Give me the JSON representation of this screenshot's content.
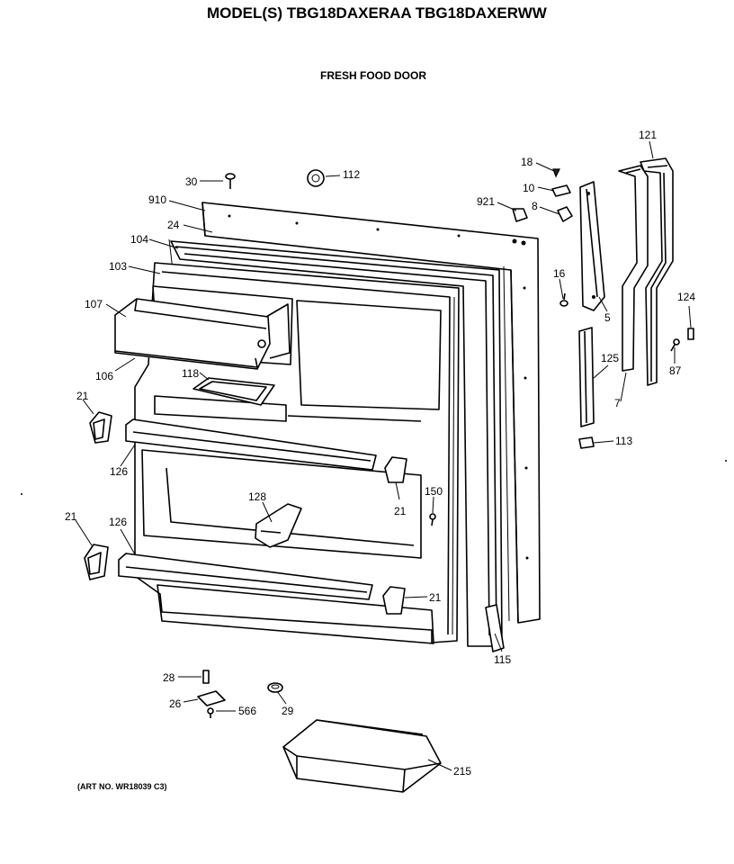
{
  "header": {
    "model_line": "MODEL(S) TBG18DAXERAA  TBG18DAXERWW",
    "section_title": "FRESH FOOD DOOR"
  },
  "footer": {
    "art_number": "(ART NO. WR18039 C3)"
  },
  "callouts": [
    {
      "id": "c910",
      "label": "910"
    },
    {
      "id": "c30",
      "label": "30"
    },
    {
      "id": "c112",
      "label": "112"
    },
    {
      "id": "c24",
      "label": "24"
    },
    {
      "id": "c104",
      "label": "104"
    },
    {
      "id": "c103",
      "label": "103"
    },
    {
      "id": "c107",
      "label": "107"
    },
    {
      "id": "c106",
      "label": "106"
    },
    {
      "id": "c118",
      "label": "118"
    },
    {
      "id": "c21a",
      "label": "21"
    },
    {
      "id": "c126a",
      "label": "126"
    },
    {
      "id": "c128",
      "label": "128"
    },
    {
      "id": "c21b",
      "label": "21"
    },
    {
      "id": "c150",
      "label": "150"
    },
    {
      "id": "c21c",
      "label": "21"
    },
    {
      "id": "c126b",
      "label": "126"
    },
    {
      "id": "c21d",
      "label": "21"
    },
    {
      "id": "c115",
      "label": "115"
    },
    {
      "id": "c18",
      "label": "18"
    },
    {
      "id": "c10",
      "label": "10"
    },
    {
      "id": "c921",
      "label": "921"
    },
    {
      "id": "c8",
      "label": "8"
    },
    {
      "id": "c16",
      "label": "16"
    },
    {
      "id": "c5",
      "label": "5"
    },
    {
      "id": "c121",
      "label": "121"
    },
    {
      "id": "c124",
      "label": "124"
    },
    {
      "id": "c125",
      "label": "125"
    },
    {
      "id": "c87",
      "label": "87"
    },
    {
      "id": "c7",
      "label": "7"
    },
    {
      "id": "c113",
      "label": "113"
    },
    {
      "id": "c28",
      "label": "28"
    },
    {
      "id": "c26",
      "label": "26"
    },
    {
      "id": "c566",
      "label": "566"
    },
    {
      "id": "c29",
      "label": "29"
    },
    {
      "id": "c215",
      "label": "215"
    }
  ]
}
